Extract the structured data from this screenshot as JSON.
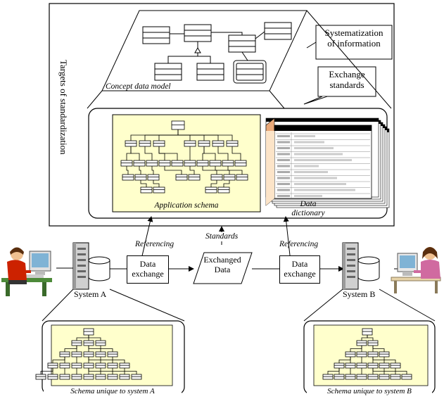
{
  "concept": {
    "label": "Concept data model",
    "systematization_line1": "Systematization",
    "systematization_line2": "of information"
  },
  "exchange_standards": {
    "line1": "Exchange",
    "line2": "standards"
  },
  "targets_label": "Targets of standardization",
  "application_schema_label": "Application schema",
  "data_dictionary": {
    "line1": "Data",
    "line2": "dictionary"
  },
  "standards_label": "Standards",
  "referencing_left": "Referencing",
  "referencing_right": "Referencing",
  "data_exchange_left": {
    "line1": "Data",
    "line2": "exchange"
  },
  "data_exchange_right": {
    "line1": "Data",
    "line2": "exchange"
  },
  "exchanged_data": {
    "line1": "Exchanged",
    "line2": "Data"
  },
  "system_a": "System A",
  "system_b": "System B",
  "schema_a_label": "Schema unique to system A",
  "schema_b_label": "Schema unique to system B",
  "colors": {
    "schema_panel_fill": "#ffffcc",
    "dictionary_fill": "#fce4c8",
    "dictionary_edge": "#e9a878",
    "dictionary_band": "#000000",
    "person_shirt": "#cc2200",
    "desk": "#4d8a3a"
  }
}
